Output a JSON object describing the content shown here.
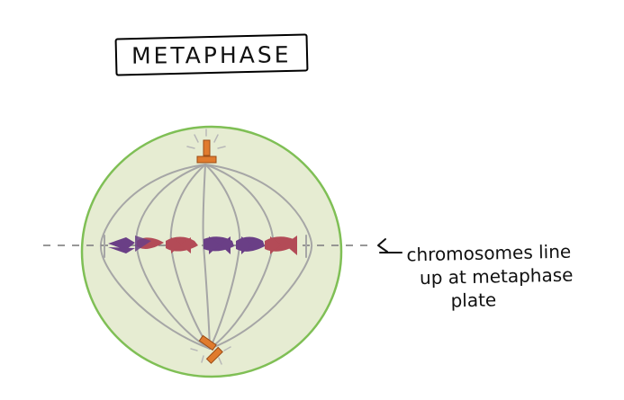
{
  "diagram": {
    "title": "METAPHASE",
    "annotation": {
      "lines": [
        "chromosomes line",
        "up at metaphase",
        "plate"
      ]
    },
    "colors": {
      "cell_fill": "#e6ecd2",
      "cell_outline": "#7fbf55",
      "spindle_fibers": "#a6a6a6",
      "centrosome": "#e07b2e",
      "chromosome_purple": "#6a3f86",
      "chromosome_red": "#b34b57",
      "metaphase_plate_line": "#8a8a8a"
    },
    "chromosome_pairs": [
      {
        "left_arm": "purple",
        "right_arm": "red"
      },
      {
        "left_arm": "red",
        "right_arm": "purple"
      },
      {
        "left_arm": "purple",
        "right_arm": "red"
      }
    ]
  }
}
